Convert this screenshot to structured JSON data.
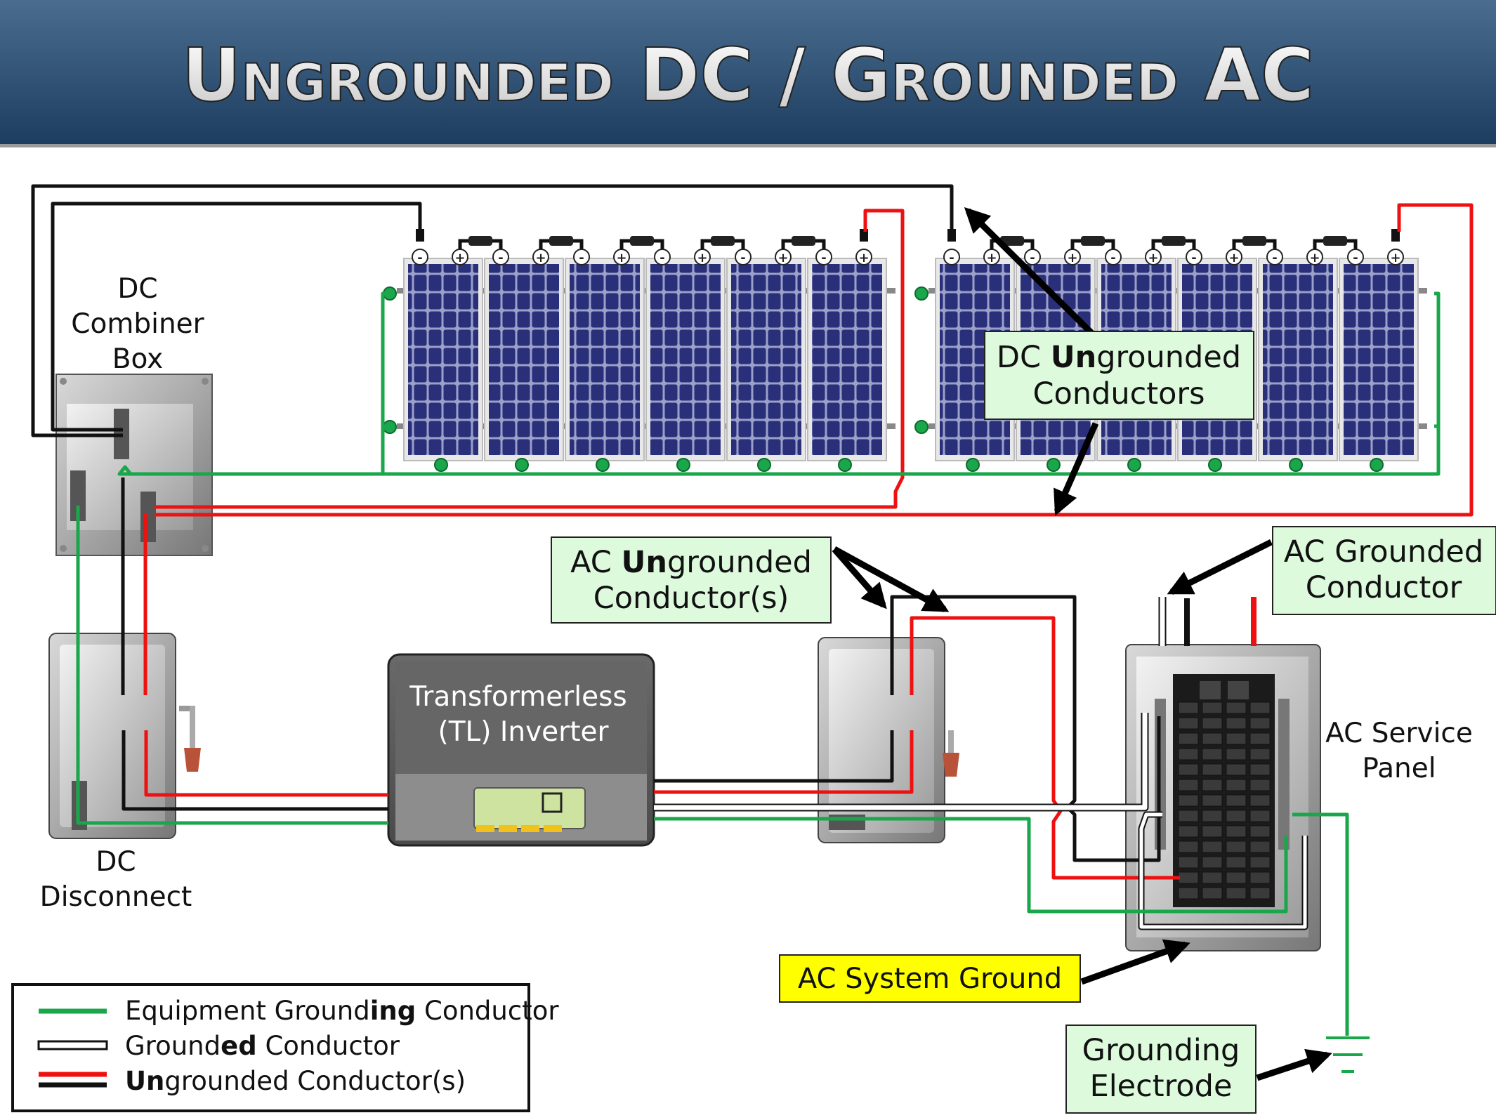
{
  "header": {
    "title": "Ungrounded DC / Grounded AC"
  },
  "labels": {
    "dc_combiner_box": [
      "DC",
      "Combiner",
      "Box"
    ],
    "dc_disconnect": [
      "DC",
      "Disconnect"
    ],
    "inverter": [
      "Transformerless",
      "(TL) Inverter"
    ],
    "ac_service_panel": [
      "AC Service",
      "Panel"
    ]
  },
  "callouts": {
    "dc_ungrounded": {
      "line1_pre": "DC ",
      "line1_bold": "Un",
      "line1_post": "grounded",
      "line2": "Conductors"
    },
    "ac_ungrounded": {
      "line1_pre": "AC ",
      "line1_bold": "Un",
      "line1_post": "grounded",
      "line2": "Conductor(s)"
    },
    "ac_grounded": {
      "line1": "AC Grounded",
      "line2": "Conductor"
    },
    "ac_system_ground": {
      "text": "AC System Ground"
    },
    "grounding_electrode": {
      "line1": "Grounding",
      "line2": "Electrode"
    }
  },
  "legend": {
    "items": [
      {
        "pre": "Equipment Ground",
        "bold": "ing",
        "post": " Conductor"
      },
      {
        "pre": "Ground",
        "bold": "ed",
        "post": " Conductor"
      },
      {
        "pre": "",
        "bold": "Un",
        "post": "grounded Conductor(s)"
      }
    ]
  },
  "colors": {
    "header_top": "#4a6d8f",
    "header_bottom": "#1c3c5e",
    "callout_green": "#ddfadd",
    "callout_yellow": "#ffff00",
    "equipment_ground": "#1aa64a",
    "ungrounded_red": "#ee1111",
    "ungrounded_black": "#111111",
    "grounded_white": "#ffffff",
    "panel_cell": "#2a2f7a"
  },
  "panel_terminals": {
    "negative": "-",
    "positive": "+"
  }
}
